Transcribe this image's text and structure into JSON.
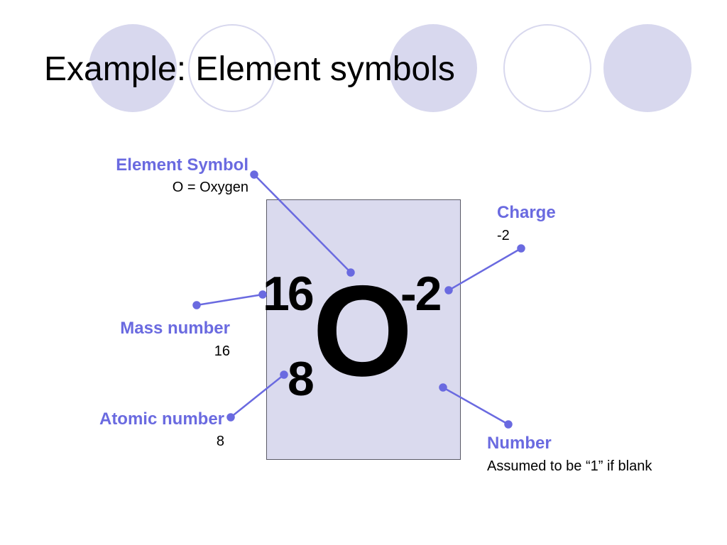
{
  "title": "Example: Element symbols",
  "colors": {
    "accent": "#6a6ae0",
    "circle_fill": "#d8d8ee",
    "box_fill": "#dadaee",
    "connector": "#6a6ae0"
  },
  "element": {
    "symbol": "O",
    "mass_number": "16",
    "atomic_number": "8",
    "charge": "-2"
  },
  "labels": {
    "element_symbol": {
      "heading": "Element Symbol",
      "detail": "O = Oxygen"
    },
    "charge": {
      "heading": "Charge",
      "detail": "-2"
    },
    "mass_number": {
      "heading": "Mass number",
      "detail": "16"
    },
    "atomic_number": {
      "heading": "Atomic number",
      "detail": "8"
    },
    "number": {
      "heading": "Number",
      "detail": "Assumed to be “1” if blank"
    }
  }
}
